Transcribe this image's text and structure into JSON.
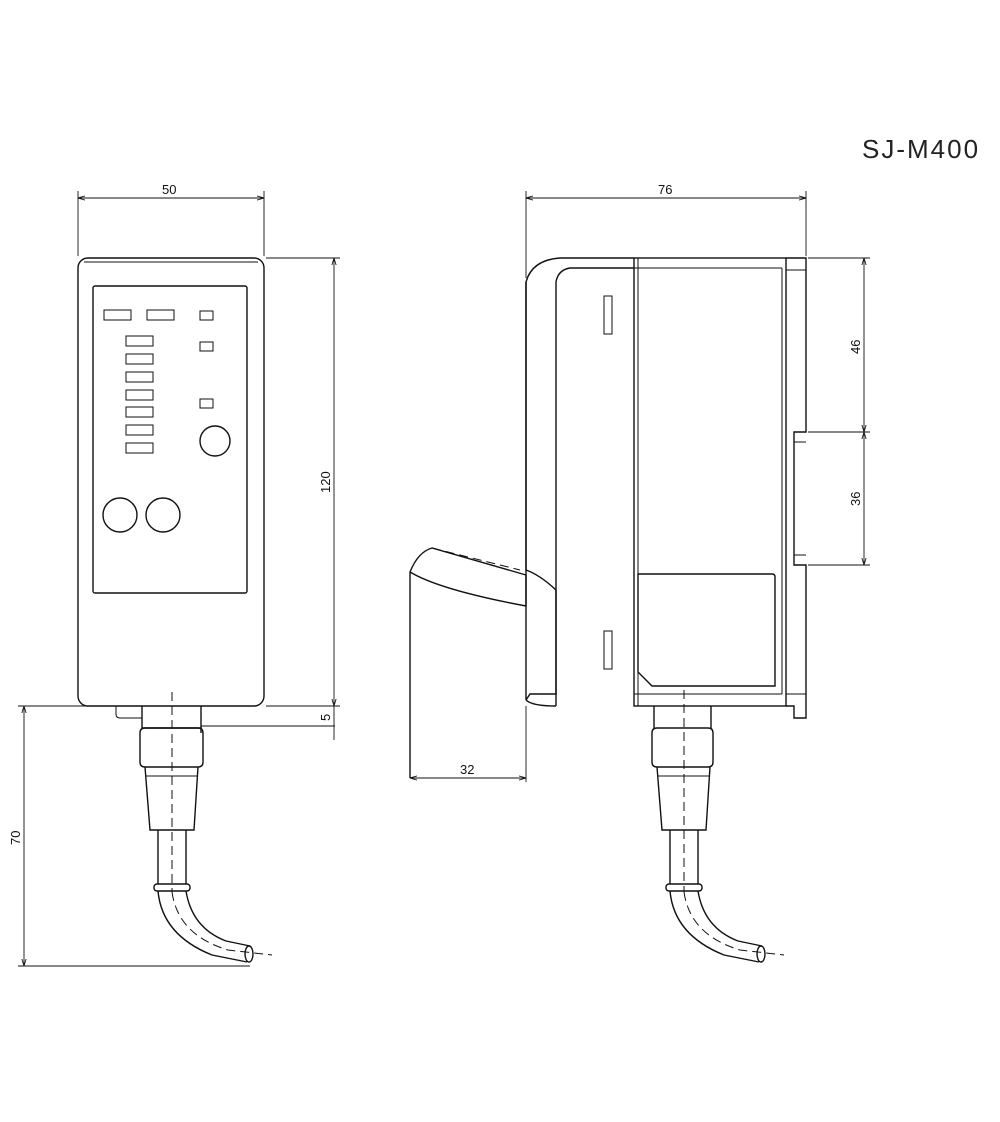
{
  "model": "SJ-M400",
  "dimensions": {
    "front_width": "50",
    "front_height": "120",
    "cable_offset": "5",
    "cable_length": "70",
    "side_depth": "76",
    "upper_section": "46",
    "middle_section": "36",
    "bracket_depth": "32"
  }
}
